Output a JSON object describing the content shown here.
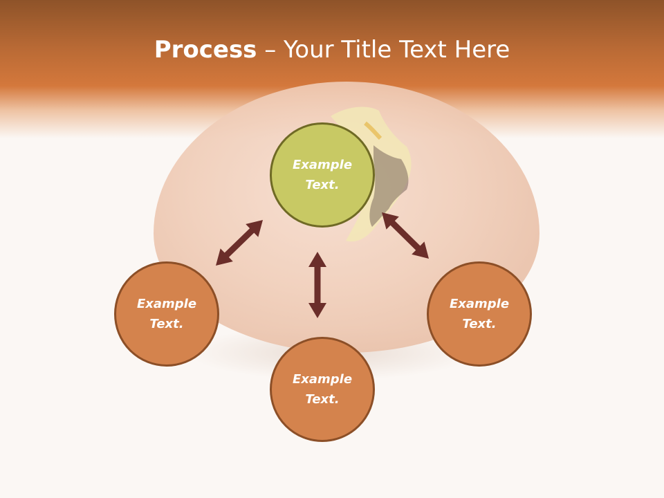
{
  "title": {
    "bold": "Process",
    "rest": " – Your Title Text Here"
  },
  "diagram": {
    "nodes": [
      {
        "id": "top",
        "label": "Example\nText.",
        "fill": "#c8c964",
        "border": "#6f6a25"
      },
      {
        "id": "left",
        "label": "Example\nText.",
        "fill": "#d4834d",
        "border": "#8c4f27"
      },
      {
        "id": "bottom",
        "label": "Example\nText.",
        "fill": "#d4834d",
        "border": "#8c4f27"
      },
      {
        "id": "right",
        "label": "Example\nText.",
        "fill": "#d4834d",
        "border": "#8c4f27"
      }
    ],
    "arrow_color": "#6b2e2a",
    "header_color": "#c9743a"
  }
}
